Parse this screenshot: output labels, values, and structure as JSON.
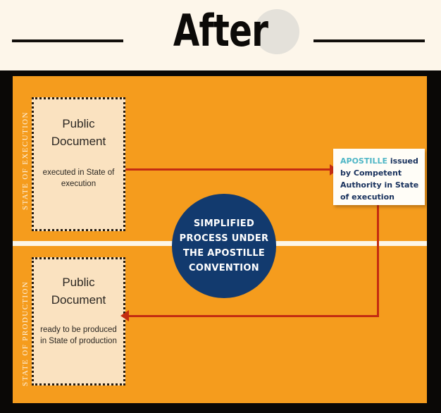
{
  "header": {
    "title": "After"
  },
  "diagram": {
    "side_labels": {
      "execution": "STATE OF EXECUTION",
      "production": "STATE OF PRODUCTION"
    },
    "documents": [
      {
        "title": "Public\nDocument",
        "subtitle": "executed in State of execution"
      },
      {
        "title": "Public\nDocument",
        "subtitle": "ready to be produced in State of production"
      }
    ],
    "center": {
      "text": "SIMPLIFIED\nPROCESS UNDER\nTHE APOSTILLE\nCONVENTION"
    },
    "apostille": {
      "keyword": "APOSTILLE",
      "rest": " issued by Competent Authority in State of execution"
    }
  },
  "colors": {
    "stage_orange": "#f59c1d",
    "frame_black": "#0a0806",
    "header_cream": "#fdf6ea",
    "doc_fill": "#fae2c0",
    "circle_navy": "#123a6e",
    "connector_red": "#c32c12",
    "apostille_teal": "#4fb6c6",
    "apostille_navy": "#17305c"
  }
}
